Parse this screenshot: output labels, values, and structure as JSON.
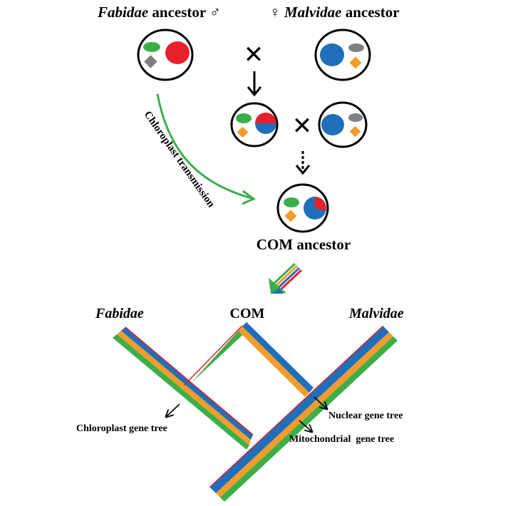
{
  "title_left": {
    "taxon": "Fabidae",
    "rest": " ancestor ",
    "symbol": "♂"
  },
  "title_right": {
    "symbol": "♀",
    "taxon": "Malvidae",
    "rest": " ancestor"
  },
  "cross_symbol": "✕",
  "chloroplast_transmission": "Chloroplast transmission",
  "com_ancestor": "COM ancestor",
  "tree": {
    "left_taxon": "Fabidae",
    "center_taxon": "COM",
    "right_taxon": "Malvidae",
    "chloroplast_label": "Chloroplast gene tree",
    "nuclear_label": "Nuclear gene tree",
    "mitochondrial_label": "Mitochondrial  gene tree"
  },
  "colors": {
    "green": "#3cae49",
    "red": "#e8202a",
    "blue": "#1f6fba",
    "gray": "#808080",
    "orange": "#f39c2a",
    "black": "#000000"
  }
}
